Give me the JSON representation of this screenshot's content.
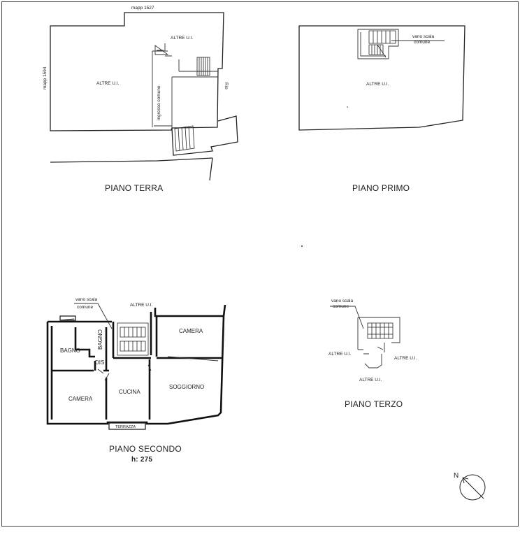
{
  "plans": {
    "terra": {
      "title": "PIANO TERRA",
      "mapp_top": "mapp 1527",
      "mapp_left": "mapp 1594",
      "altre_top": "ALTRE U.I.",
      "altre_main": "ALTRE U.I.",
      "ingresso": "ingresso comune",
      "rio": "Rio"
    },
    "primo": {
      "title": "PIANO PRIMO",
      "vano_scala_1": "vano scala",
      "vano_scala_2": "comune",
      "altre": "ALTRE U.I."
    },
    "secondo": {
      "title": "PIANO SECONDO",
      "height": "h: 275",
      "vano_scala_1": "vano scala",
      "vano_scala_2": "comune",
      "altre": "ALTRE U.I.",
      "camera_top": "CAMERA",
      "bagno_1": "BAGNO",
      "bagno_2": "BAGNO",
      "dis": "DIS",
      "camera_bottom": "CAMERA",
      "cucina": "CUCINA",
      "soggiorno": "SOGGIORNO",
      "terrazza": "TERRAZZA"
    },
    "terzo": {
      "title": "PIANO TERZO",
      "vano_scala_1": "vano scala",
      "vano_scala_2": "comune",
      "altre_left": "ALTRE U.I.",
      "altre_right": "ALTRE U.I.",
      "altre_bottom": "ALTRE U.I."
    }
  },
  "compass": {
    "north_label": "N"
  }
}
